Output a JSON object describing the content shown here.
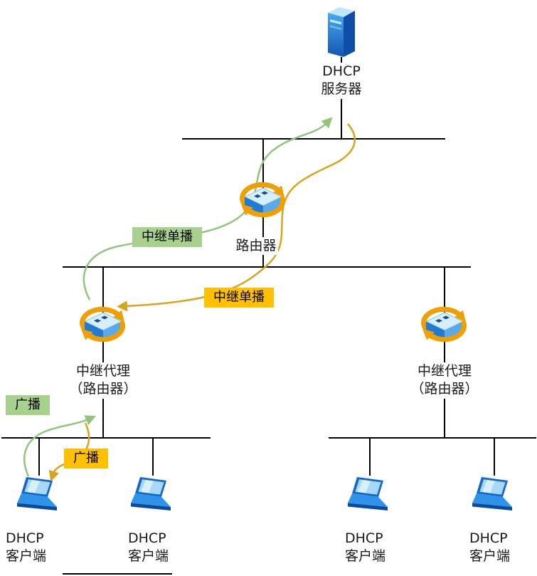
{
  "diagram": {
    "type": "network-topology",
    "nodes": {
      "server": {
        "label": "DHCP\n服务器"
      },
      "router": {
        "label": "路由器"
      },
      "relay_left": {
        "label": "中继代理\n（路由器）"
      },
      "relay_right": {
        "label": "中继代理\n（路由器）"
      },
      "client_1": {
        "label": "DHCP\n客户端"
      },
      "client_2": {
        "label": "DHCP\n客户端"
      },
      "client_3": {
        "label": "DHCP\n客户端"
      },
      "client_4": {
        "label": "DHCP\n客户端"
      }
    },
    "badges": [
      {
        "id": "relay-unicast-green",
        "label": "中继单播",
        "color": "#a9d18e"
      },
      {
        "id": "relay-unicast-orange",
        "label": "中继单播",
        "color": "#ffc000"
      },
      {
        "id": "broadcast-green",
        "label": "广播",
        "color": "#a9d18e"
      },
      {
        "id": "broadcast-orange",
        "label": "广播",
        "color": "#ffc000"
      }
    ],
    "colors": {
      "arrow_green": "#93c47d",
      "arrow_orange": "#d8a420",
      "badge_green": "#a9d18e",
      "badge_orange": "#ffc000",
      "line": "#000000",
      "icon_blue": "#2b8fe8",
      "icon_orange": "#f09f00"
    },
    "icons": {
      "server": "server-tower-icon",
      "router": "router-cycle-icon",
      "relay": "router-cycle-icon",
      "client": "laptop-icon"
    }
  }
}
